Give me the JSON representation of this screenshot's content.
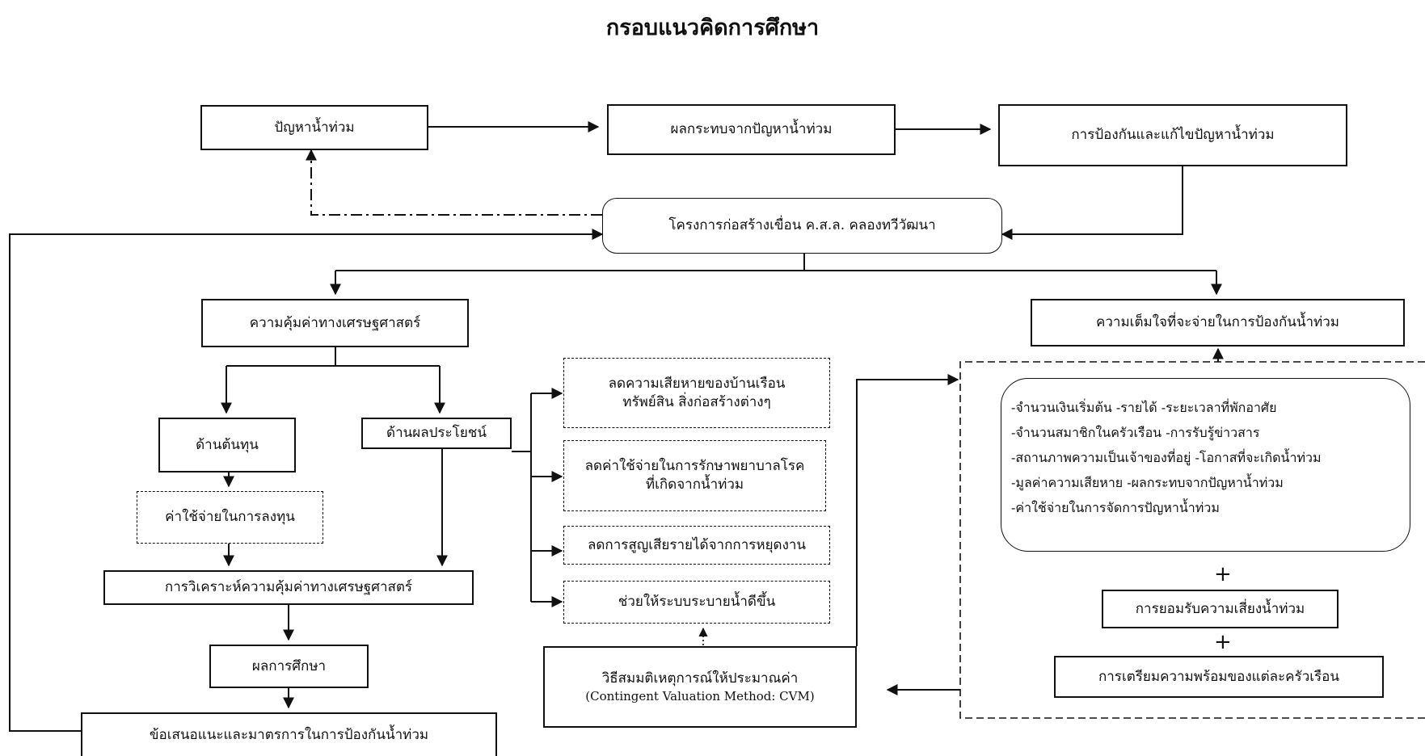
{
  "title": "กรอบแนวคิดการศึกษา",
  "nodes": {
    "flood_problem": "ปัญหาน้ำท่วม",
    "flood_impact": "ผลกระทบจากปัญหาน้ำท่วม",
    "flood_prevention": "การป้องกันและแก้ไขปัญหาน้ำท่วม",
    "dam_project": "โครงการก่อสร้างเขื่อน ค.ส.ล. คลองทวีวัฒนา",
    "economic_worth": "ความคุ้มค่าทางเศรษฐศาสตร์",
    "willingness_to_pay": "ความเต็มใจที่จะจ่ายในการป้องกันน้ำท่วม",
    "cost_side": "ด้านต้นทุน",
    "benefit_side": "ด้านผลประโยชน์",
    "investment_cost": "ค่าใช้จ่ายในการลงทุน",
    "economic_analysis": "การวิเคราะห์ความคุ้มค่าทางเศรษฐศาสตร์",
    "study_results": "ผลการศึกษา",
    "recommendations": "ข้อเสนอแนะและมาตรการในการป้องกันน้ำท่วม",
    "benefit_1_line1": "ลดความเสียหายของบ้านเรือน",
    "benefit_1_line2": "ทรัพย์สิน สิ่งก่อสร้างต่างๆ",
    "benefit_2_line1": "ลดค่าใช้จ่ายในการรักษาพยาบาลโรค",
    "benefit_2_line2": "ที่เกิดจากน้ำท่วม",
    "benefit_3": "ลดการสูญเสียรายได้จากการหยุดงาน",
    "benefit_4": "ช่วยให้ระบบระบายน้ำดีขึ้น",
    "cvm_line1": "วิธีสมมติเหตุการณ์ให้ประมาณค่า",
    "cvm_line2": "(Contingent Valuation Method: CVM)",
    "risk_acceptance": "การยอมรับความเสี่ยงน้ำท่วม",
    "household_preparedness": "การเตรียมความพร้อมของแต่ละครัวเรือน",
    "plus_sign": "+"
  },
  "factors": [
    "-จำนวนเงินเริ่มต้น      -รายได้  -ระยะเวลาที่พักอาศัย",
    "-จำนวนสมาชิกในครัวเรือน   -การรับรู้ข่าวสาร",
    "-สถานภาพความเป็นเจ้าของที่อยู่ -โอกาสที่จะเกิดน้ำท่วม",
    "-มูลค่าความเสียหาย    -ผลกระทบจากปัญหาน้ำท่วม",
    "-ค่าใช้จ่ายในการจัดการปัญหาน้ำท่วม"
  ]
}
